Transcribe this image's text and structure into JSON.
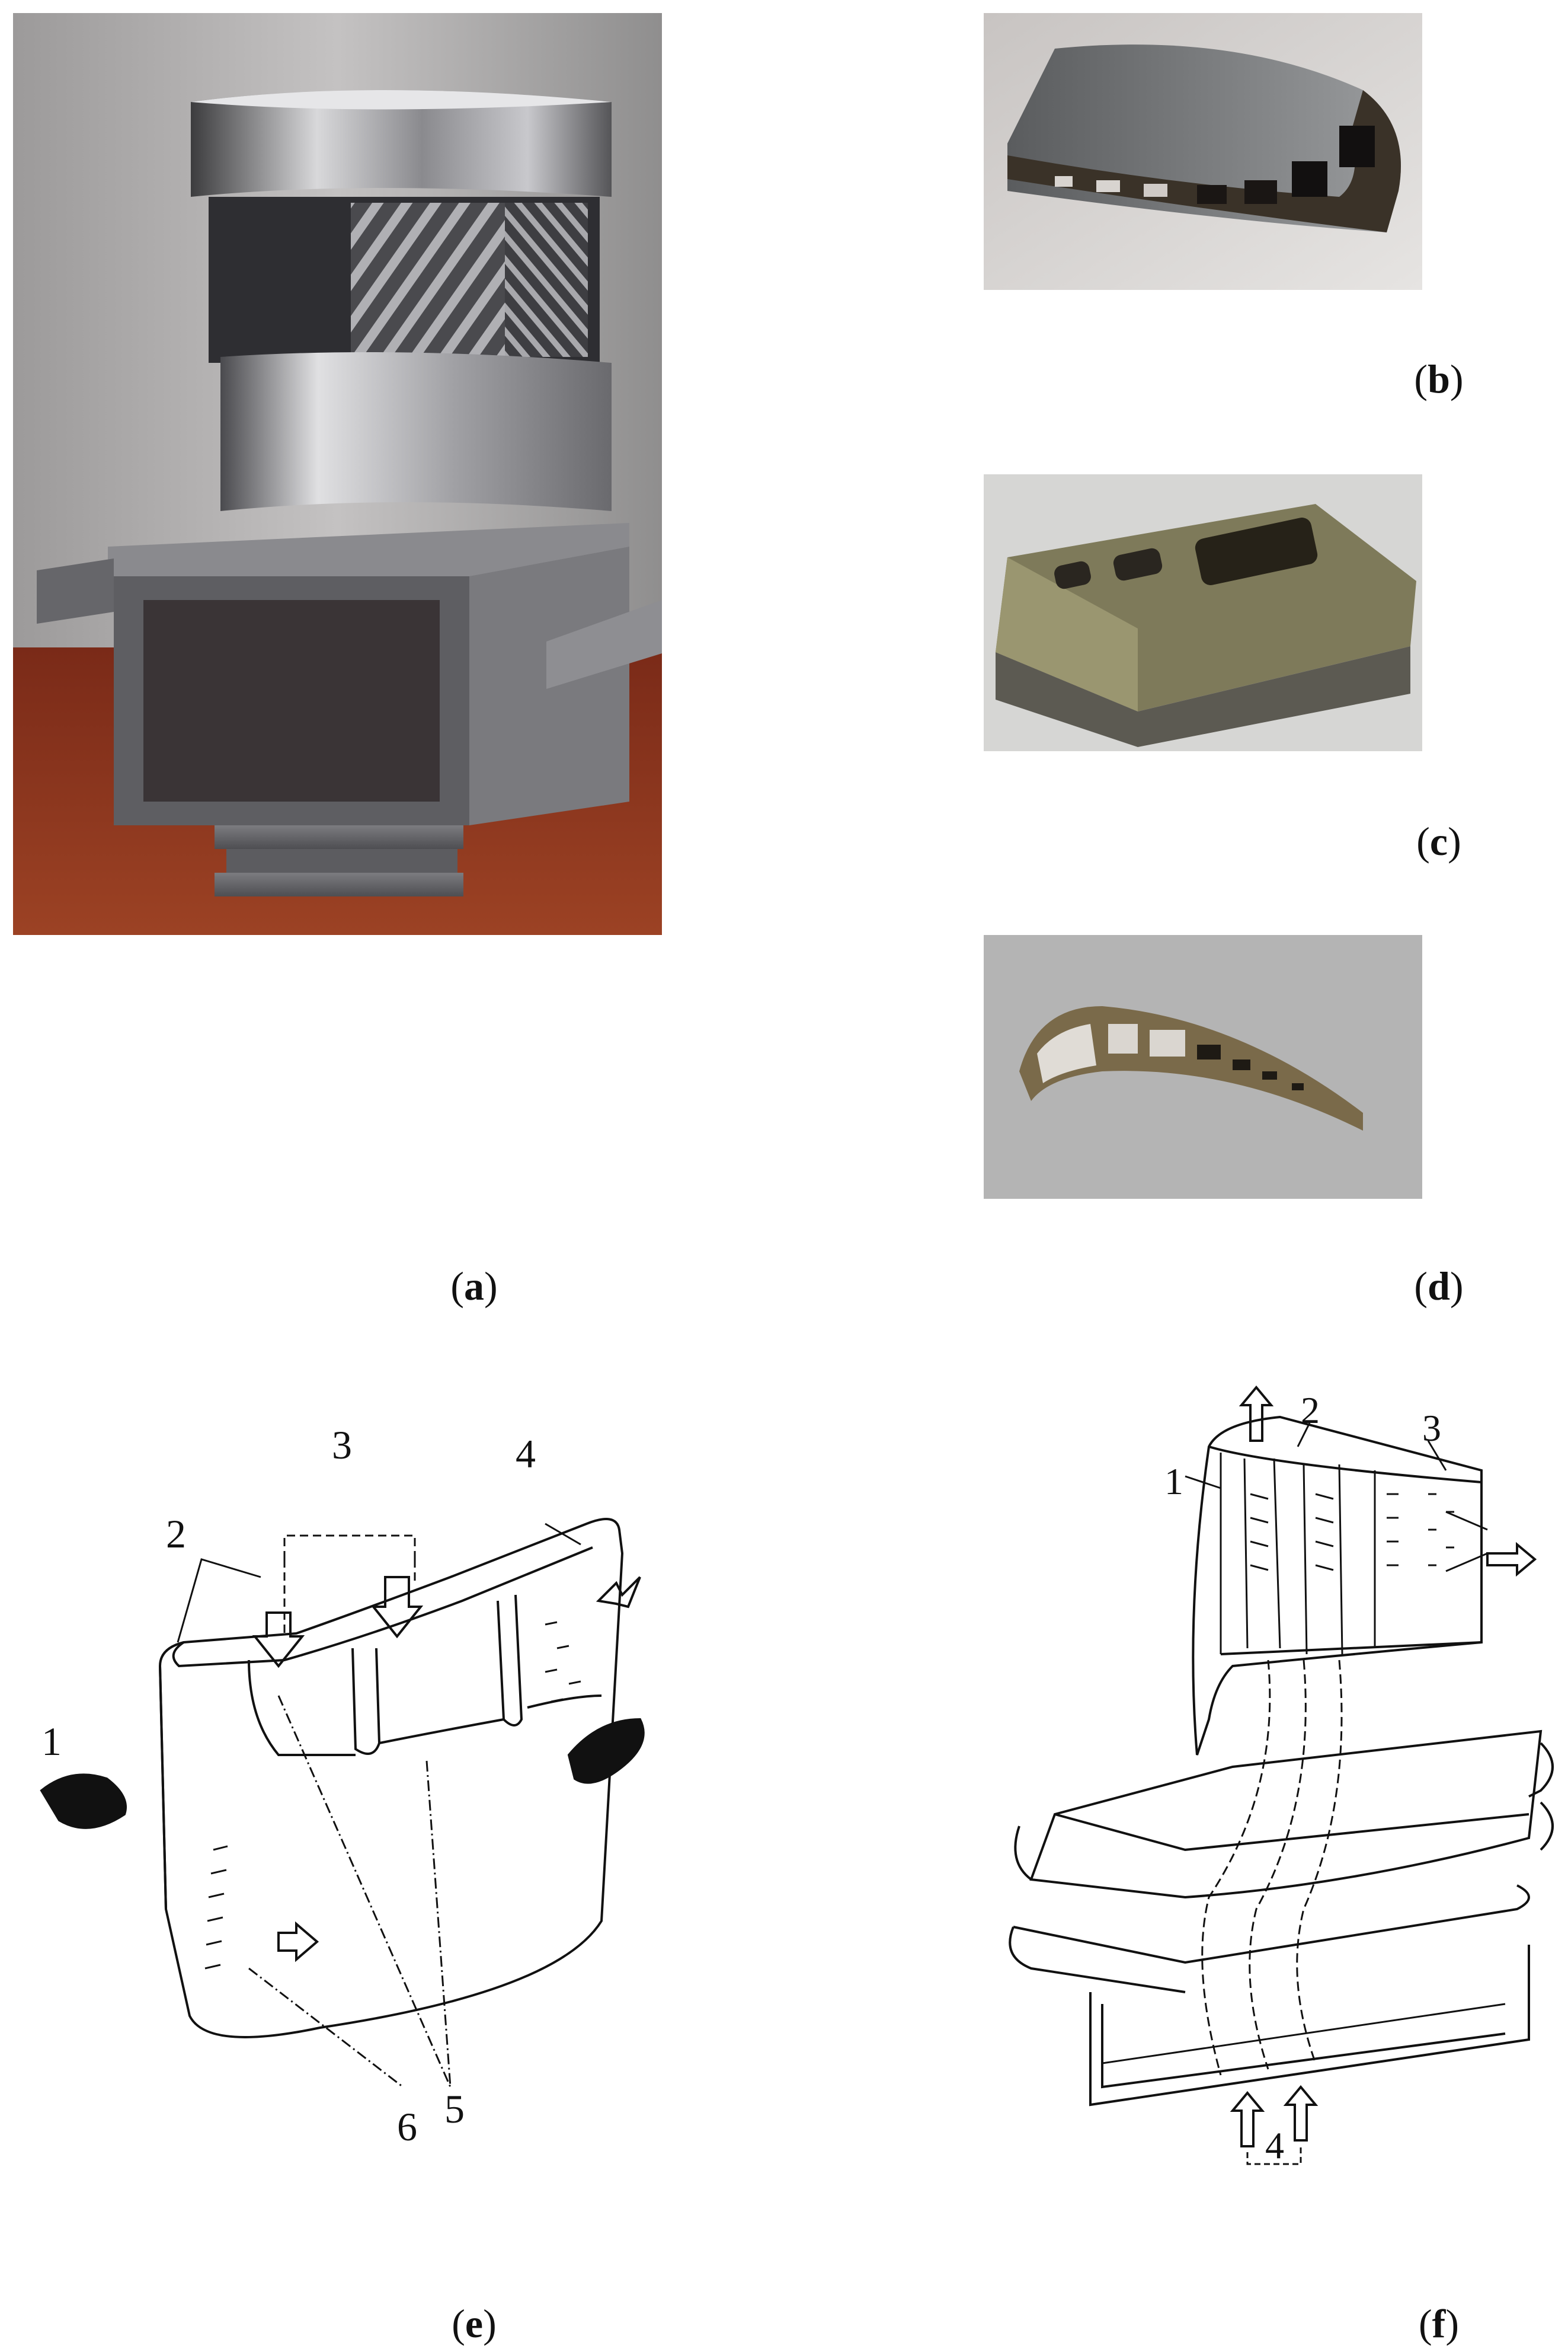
{
  "captions": {
    "a": "a",
    "b": "b",
    "c": "c",
    "d": "d",
    "e": "e",
    "f": "f"
  },
  "diagram_e": {
    "labels": [
      "1",
      "2",
      "3",
      "4",
      "5",
      "6"
    ]
  },
  "diagram_f": {
    "labels": [
      "1",
      "2",
      "3",
      "4"
    ]
  }
}
